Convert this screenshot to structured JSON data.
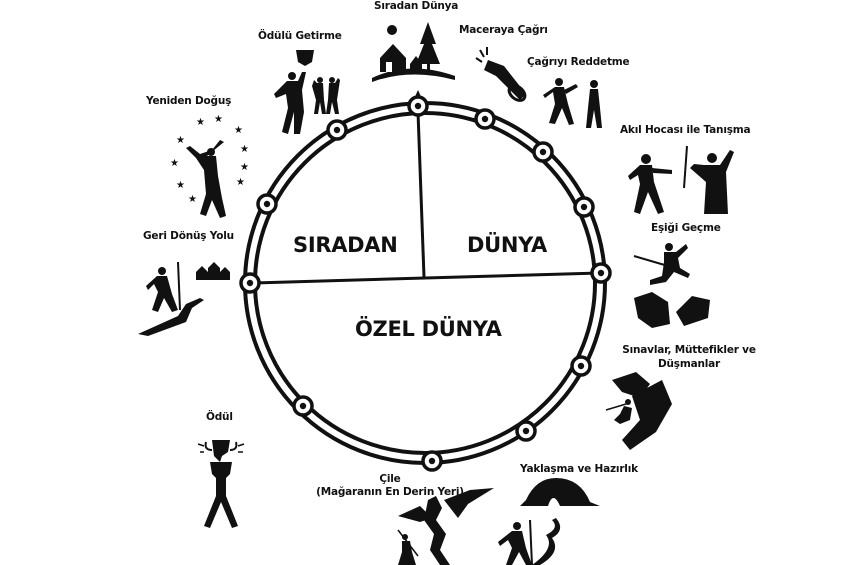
{
  "diagram": {
    "title_center_top_left": "SIRADAN",
    "title_center_top_right": "DÜNYA",
    "title_center_bottom": "ÖZEL DÜNYA",
    "stages": [
      {
        "id": 1,
        "label": "Sıradan Dünya"
      },
      {
        "id": 2,
        "label": "Maceraya Çağrı"
      },
      {
        "id": 3,
        "label": "Çağrıyı Reddetme"
      },
      {
        "id": 4,
        "label": "Akıl Hocası ile Tanışma"
      },
      {
        "id": 5,
        "label": "Eşiği Geçme"
      },
      {
        "id": 6,
        "label_line1": "Sınavlar, Müttefikler ve",
        "label_line2": "Düşmanlar"
      },
      {
        "id": 7,
        "label": "Yaklaşma ve Hazırlık"
      },
      {
        "id": 8,
        "label_line1": "Çile",
        "label_line2": "(Mağaranın En Derin Yeri)"
      },
      {
        "id": 9,
        "label": "Ödül"
      },
      {
        "id": 10,
        "label": "Geri Dönüş Yolu"
      },
      {
        "id": 11,
        "label": "Yeniden Doğuş"
      },
      {
        "id": 12,
        "label": "Ödülü Getirme"
      }
    ],
    "colors": {
      "ink": "#111111",
      "background": "#ffffff"
    }
  }
}
